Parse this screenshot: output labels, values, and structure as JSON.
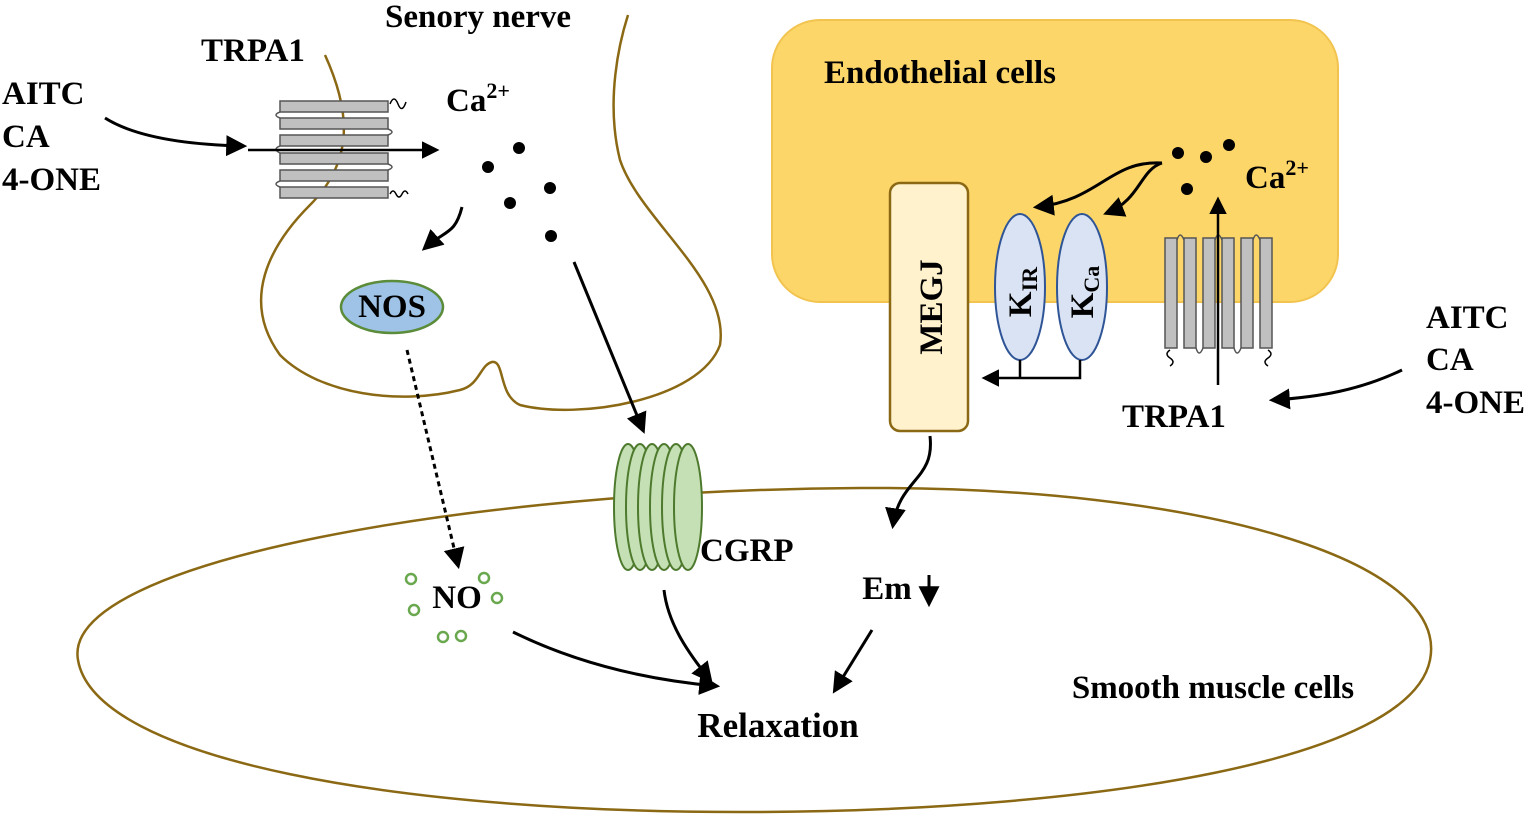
{
  "labels": {
    "sensory_nerve": "Senory nerve",
    "trpa1_nerve": "TRPA1",
    "agonists_left": [
      "AITC",
      "CA",
      "4-ONE"
    ],
    "ca_nerve": "Ca",
    "ca_nerve_sup": "2+",
    "nos": "NOS",
    "no": "NO",
    "cgrp": "CGRP",
    "relaxation": "Relaxation",
    "smooth_muscle": "Smooth muscle cells",
    "endothelial": "Endothelial cells",
    "ca_endo": "Ca",
    "ca_endo_sup": "2+",
    "megj": "MEGJ",
    "kir": "K",
    "kir_sub": "IR",
    "kca": "K",
    "kca_sub": "Ca",
    "trpa1_endo": "TRPA1",
    "agonists_right": [
      "AITC",
      "CA",
      "4-ONE"
    ],
    "em": "Em"
  },
  "colors": {
    "nerve": "#8b6914",
    "endothelium": "#fdd66a",
    "endothelium_border": "#f2c44f",
    "muscle": "#8b6914",
    "nos_fill": "#9ec3e6",
    "nos_border": "#5b8c3a",
    "no_dots": "#6aa84f",
    "cgrp_fill": "#c5e0b4",
    "cgrp_border": "#4e7a2e",
    "channel_fill": "#c0c0c0",
    "channel_border": "#555555",
    "k_fill": "#dae3f3",
    "k_border": "#2f5597",
    "megj_fill": "#fff2cc",
    "megj_border": "#8b6914"
  }
}
